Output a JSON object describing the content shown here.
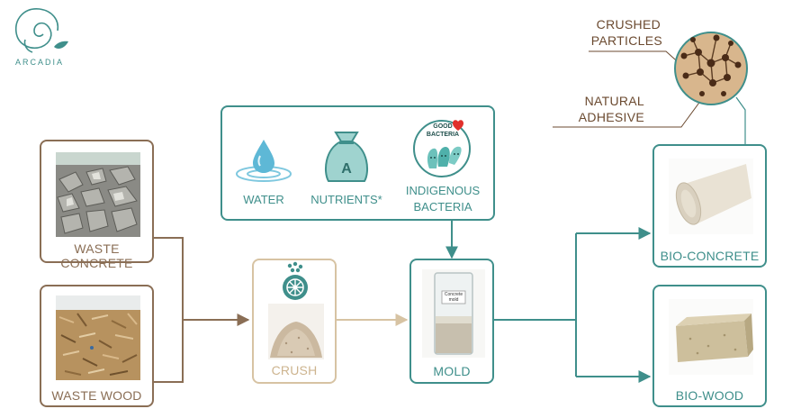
{
  "logo": {
    "text": "ARCADIA"
  },
  "inputs": {
    "waste_concrete": "WASTE CONCRETE",
    "waste_wood": "WASTE WOOD"
  },
  "crush": {
    "label": "CRUSH"
  },
  "ingredients": {
    "water": "WATER",
    "nutrients": "NUTRIENTS*",
    "nutrients_glyph": "A",
    "bacteria_line1": "INDIGENOUS",
    "bacteria_line2": "BACTERIA",
    "bacteria_badge_line1": "GOOD",
    "bacteria_badge_line2": "BACTERIA"
  },
  "mold": {
    "label": "MOLD",
    "jar_text": "Concrete mold"
  },
  "outputs": {
    "bio_concrete": "BIO-CONCRETE",
    "bio_wood": "BIO-WOOD"
  },
  "annotations": {
    "crushed_line1": "CRUSHED",
    "crushed_line2": "PARTICLES",
    "adhesive_line1": "NATURAL",
    "adhesive_line2": "ADHESIVE"
  },
  "colors": {
    "teal": "#3f8f8b",
    "brown": "#8a6e55",
    "tan": "#d7c3a3"
  }
}
